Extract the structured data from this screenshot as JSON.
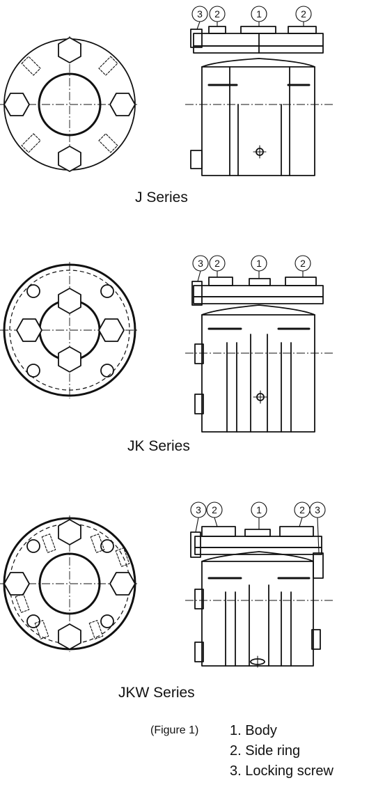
{
  "series": [
    {
      "caption": "J Series",
      "callouts_left": [
        "3",
        "2"
      ],
      "callout_middle": "1",
      "callouts_right": [
        "2"
      ]
    },
    {
      "caption": "JK Series",
      "callouts_left": [
        "3",
        "2"
      ],
      "callout_middle": "1",
      "callouts_right": [
        "2"
      ]
    },
    {
      "caption": "JKW Series",
      "callouts_left": [
        "3",
        "2"
      ],
      "callout_middle": "1",
      "callouts_right": [
        "2",
        "3"
      ]
    }
  ],
  "figure_label": "(Figure 1)",
  "legend": [
    "1. Body",
    "2. Side ring",
    "3. Locking screw"
  ]
}
